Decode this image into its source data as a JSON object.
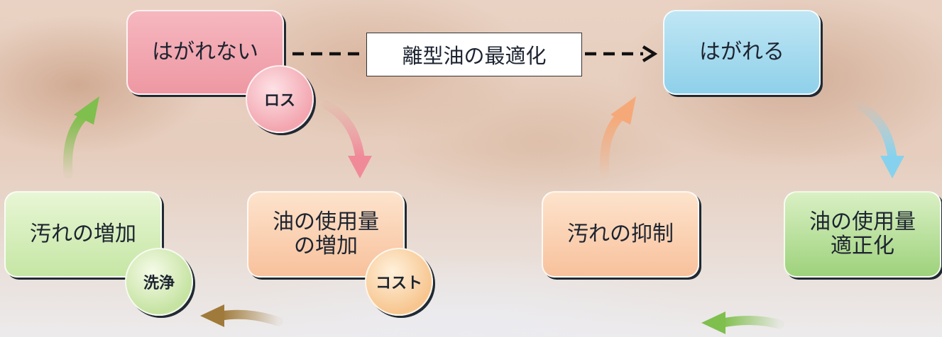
{
  "nodes": {
    "no_peel": "はがれない",
    "peel": "はがれる",
    "oil_increase": "油の使用量\nの増加",
    "dirt_increase": "汚れの増加",
    "dirt_suppress": "汚れの抑制",
    "oil_optimal": "油の使用量\n適正化"
  },
  "badges": {
    "loss": "ロス",
    "cost": "コスト",
    "wash": "洗浄"
  },
  "center_label": "離型油の最適化",
  "colors": {
    "pink": "#ee98a3",
    "blue": "#8fd0ea",
    "peach": "#f8c19c",
    "light_green": "#c5e6a4",
    "green": "#9ed27b",
    "arrow_pink": "#f08a99",
    "arrow_blue": "#86d2ee",
    "arrow_green": "#7fbf4d",
    "arrow_brown": "#a07a3a",
    "arrow_orange": "#f5a979"
  }
}
